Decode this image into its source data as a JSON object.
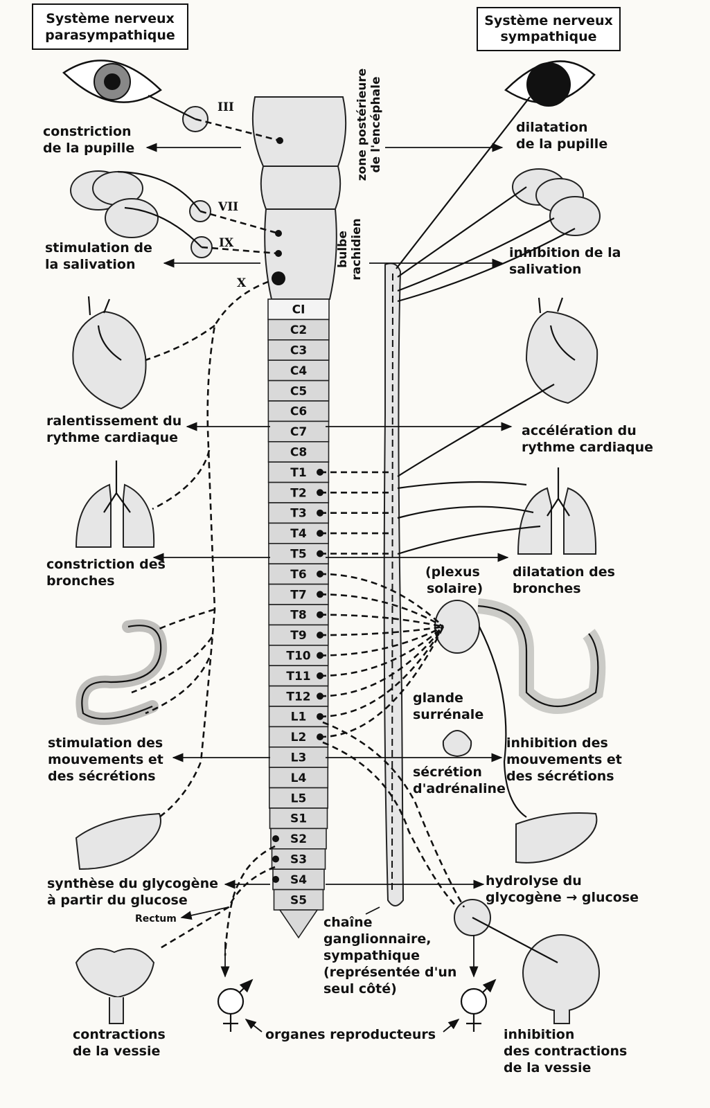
{
  "headers": {
    "left": [
      "Système nerveux",
      "parasympathique"
    ],
    "right": [
      "Système nerveux",
      "sympathique"
    ]
  },
  "vertical_labels": {
    "brain": [
      "zone postérieure",
      "de l'encéphale"
    ],
    "bulb": [
      "bulbe",
      "rachidien"
    ]
  },
  "cranial_nerves": [
    "III",
    "VII",
    "IX",
    "X"
  ],
  "segments": [
    "CI",
    "C2",
    "C3",
    "C4",
    "C5",
    "C6",
    "C7",
    "C8",
    "T1",
    "T2",
    "T3",
    "T4",
    "T5",
    "T6",
    "T7",
    "T8",
    "T9",
    "T10",
    "T11",
    "T12",
    "L1",
    "L2",
    "L3",
    "L4",
    "L5",
    "S1",
    "S2",
    "S3",
    "S4",
    "S5"
  ],
  "left_effects": [
    [
      "constriction",
      "de la pupille"
    ],
    [
      "stimulation de",
      "la salivation"
    ],
    [
      "ralentissement du",
      "rythme cardiaque"
    ],
    [
      "constriction des",
      "bronches"
    ],
    [
      "stimulation des",
      "mouvements et",
      "des sécrétions"
    ],
    [
      "synthèse du glycogène",
      "à partir du glucose"
    ],
    [
      "contractions",
      "de la vessie"
    ]
  ],
  "right_effects": [
    [
      "dilatation",
      "de la pupille"
    ],
    [
      "inhibition de la",
      "salivation"
    ],
    [
      "accélération du",
      "rythme cardiaque"
    ],
    [
      "dilatation des",
      "bronches"
    ],
    [
      "inhibition des",
      "mouvements et",
      "des sécrétions"
    ],
    [
      "hydrolyse du",
      "glycogène → glucose"
    ],
    [
      "inhibition",
      "des contractions",
      "de la vessie"
    ]
  ],
  "middle_labels": {
    "plexus": [
      "(plexus",
      "solaire)"
    ],
    "adrenal": [
      "glande",
      "surrénale"
    ],
    "adrenaline": [
      "sécrétion",
      "d'adrénaline"
    ],
    "chain": [
      "chaîne",
      "ganglionnaire,",
      "sympathique",
      "(représentée d'un",
      "seul côté)"
    ],
    "rectum": "Rectum",
    "repro": "organes reproducteurs"
  }
}
